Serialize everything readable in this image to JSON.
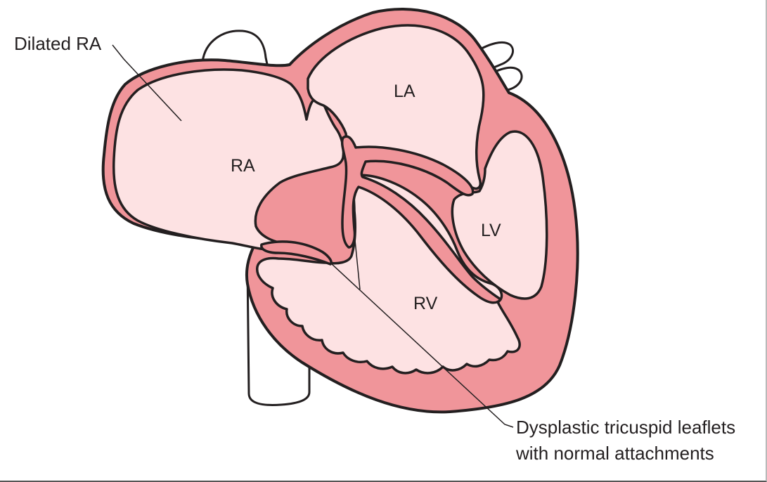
{
  "diagram": {
    "labels": {
      "dilated_ra": "Dilated RA",
      "ra": "RA",
      "la": "LA",
      "lv": "LV",
      "rv": "RV",
      "leaflets_line1": "Dysplastic tricuspid leaflets",
      "leaflets_line2": "with normal attachments"
    },
    "colors": {
      "wall": "#f0959a",
      "chamber": "#fde2e3",
      "outline": "#231f20",
      "vessel": "#ffffff"
    }
  }
}
